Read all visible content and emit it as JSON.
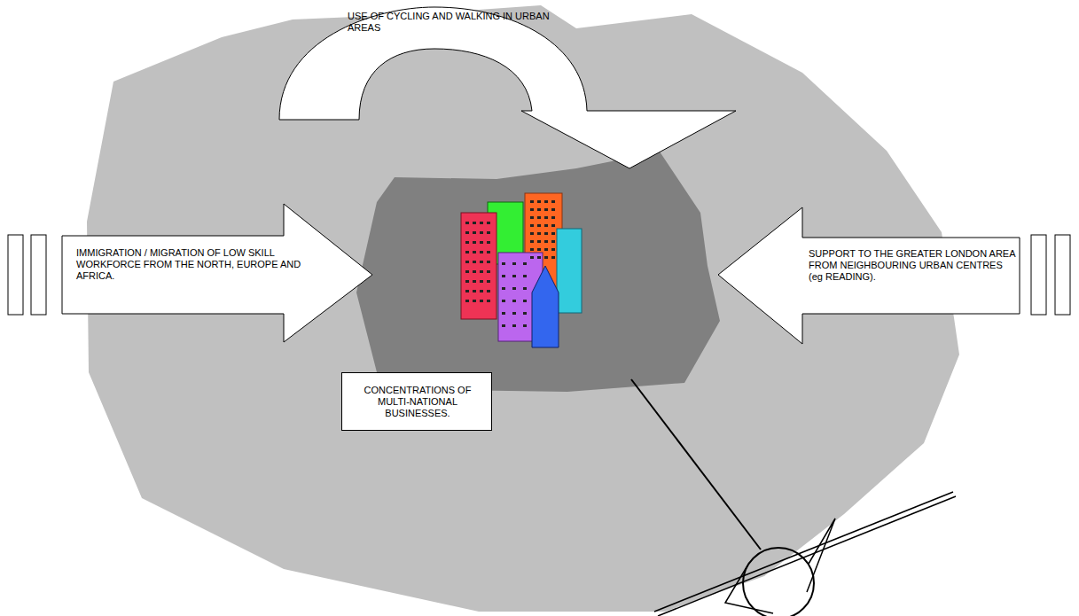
{
  "diagram": {
    "nodes": [
      {
        "text": [
          "USE OF CYCLING AND WALKING IN URBAN AREAS"
        ]
      },
      {
        "text": [
          "IMMIGRATION / MIGRATION OF LOW SKILL WORKFORCE FROM THE NORTH, EUROPE AND AFRICA."
        ]
      },
      {
        "text": [
          "SUPPORT TO THE GREATER LONDON AREA FROM NEIGHBOURING URBAN CENTRES (eg READING)."
        ]
      },
      {
        "text": [
          "CONCENTRATIONS OF MULTI-NATIONAL BUSINESSES."
        ]
      }
    ]
  }
}
